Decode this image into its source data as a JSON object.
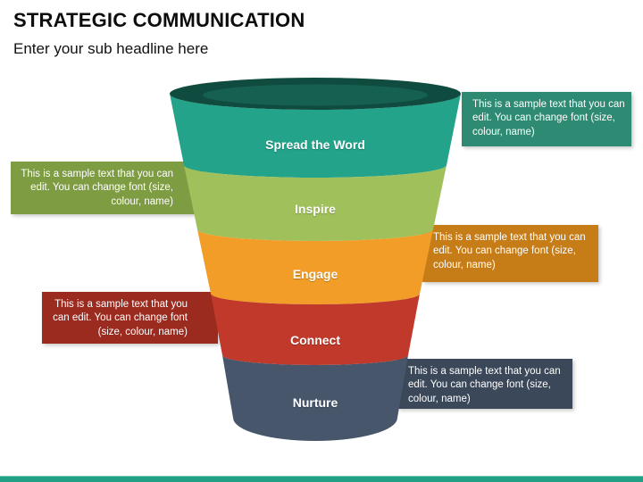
{
  "header": {
    "title": "STRATEGIC COMMUNICATION",
    "subtitle": "Enter your sub headline here"
  },
  "funnel": {
    "top": {
      "rim_color": "#0f4b3e",
      "inner_color": "#15604f"
    },
    "layers": [
      {
        "label": "Spread the Word",
        "band_color": "#22a38a",
        "callout": {
          "side": "right",
          "bg_color": "#2e8a73",
          "text": "This is a sample text that you can edit. You can change font (size, colour, name)"
        }
      },
      {
        "label": "Inspire",
        "band_color": "#a0c05c",
        "callout": {
          "side": "left",
          "bg_color": "#7e9c42",
          "text": "This is a sample text that you can edit. You can change font (size, colour, name)"
        }
      },
      {
        "label": "Engage",
        "band_color": "#f19d28",
        "callout": {
          "side": "right",
          "bg_color": "#c67c17",
          "text": "This is a sample text that you can edit. You can change font (size, colour, name)"
        }
      },
      {
        "label": "Connect",
        "band_color": "#c0392b",
        "callout": {
          "side": "left",
          "bg_color": "#9b2a1f",
          "text": "This is a sample text that you can edit. You can change font (size, colour, name)"
        }
      },
      {
        "label": "Nurture",
        "band_color": "#47566b",
        "callout": {
          "side": "right",
          "bg_color": "#3b4859",
          "text": "This is a sample text that you can edit. You can change font (size, colour, name)"
        }
      }
    ]
  },
  "footer": {
    "bar_color": "#21a085"
  }
}
